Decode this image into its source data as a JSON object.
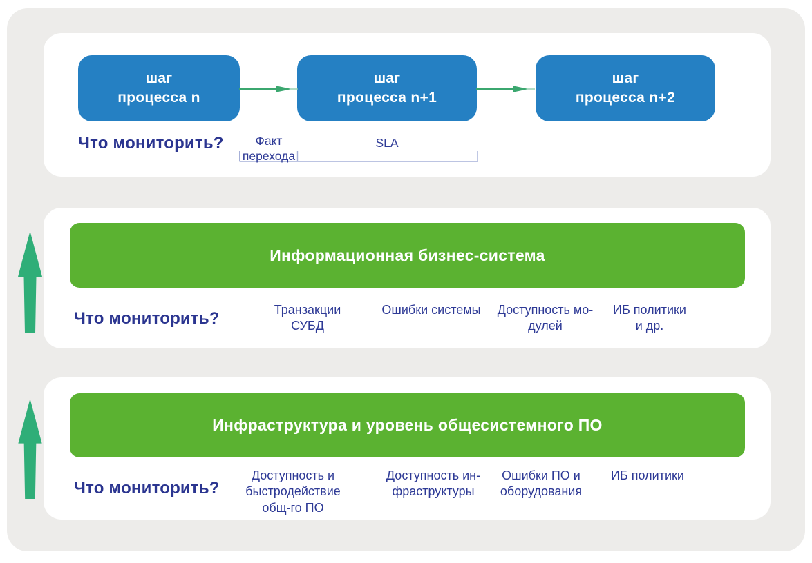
{
  "process_flow": {
    "steps": [
      {
        "label": "шаг\nпроцесса n"
      },
      {
        "label": "шаг\nпроцесса n+1"
      },
      {
        "label": "шаг\nпроцесса n+2"
      }
    ],
    "monitor_question": "Что мониторить?",
    "measures": {
      "transition": "Факт\nперехода",
      "sla": "SLA"
    }
  },
  "layers": [
    {
      "title": "Информационная бизнес-система",
      "monitor_question": "Что мониторить?",
      "items": [
        "Транзакции\nСУБД",
        "Ошибки системы",
        "Доступность мо-\nдулей",
        "ИБ политики\nи др."
      ]
    },
    {
      "title": "Инфраструктура и уровень общесистемного ПО",
      "monitor_question": "Что мониторить?",
      "items": [
        "Доступность и\nбыстродействие\nобщ-го ПО",
        "Доступность ин-\nфраструктуры",
        "Ошибки ПО и\nоборудования",
        "ИБ политики"
      ]
    }
  ],
  "colors": {
    "background_gray": "#EDECEA",
    "step_blue": "#2580C3",
    "layer_green": "#5BB231",
    "arrow_green": "#2FAE78",
    "flow_arrow_green": "#3BA76F",
    "text_navy": "#2B3590",
    "measure_line": "#A6B0D8"
  }
}
